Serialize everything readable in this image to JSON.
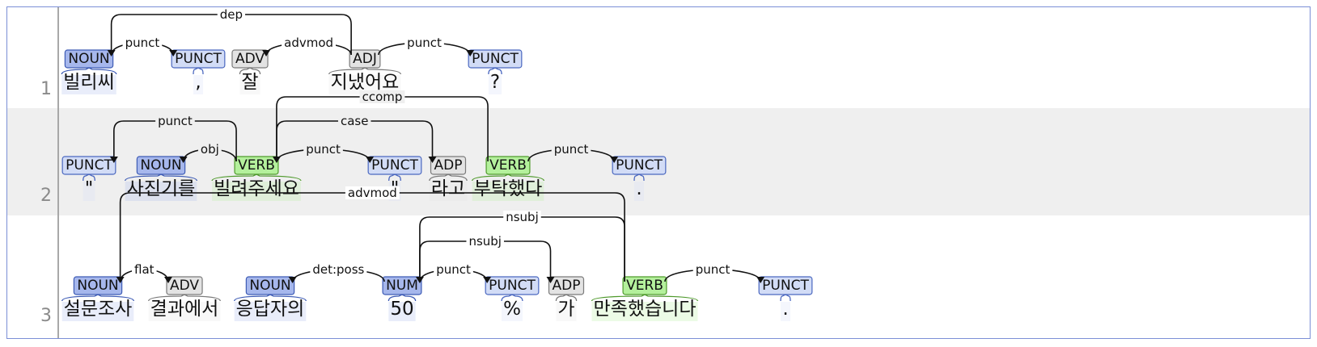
{
  "colors": {
    "NOUN": {
      "fill": "#a6b7ec",
      "stroke": "#3d5bb5"
    },
    "PUNCT": {
      "fill": "#d2dcf6",
      "stroke": "#4b68c0"
    },
    "ADV": {
      "fill": "#e3e3e3",
      "stroke": "#7a7a7a"
    },
    "ADJ": {
      "fill": "#e3e3e3",
      "stroke": "#7a7a7a"
    },
    "ADP": {
      "fill": "#e3e3e3",
      "stroke": "#7a7a7a"
    },
    "VERB": {
      "fill": "#b4f09c",
      "stroke": "#4f9a2c"
    },
    "NUM": {
      "fill": "#a6b7ec",
      "stroke": "#3d5bb5"
    }
  },
  "sentences": [
    {
      "number": "1",
      "tokens": [
        {
          "word": "빌리씨",
          "tag": "NOUN"
        },
        {
          "word": ",",
          "tag": "PUNCT"
        },
        {
          "word": "잘",
          "tag": "ADV"
        },
        {
          "word": "지냈어요",
          "tag": "ADJ"
        },
        {
          "word": "?",
          "tag": "PUNCT"
        }
      ],
      "arcs": [
        {
          "from": 0,
          "to": 1,
          "label": "punct"
        },
        {
          "from": 3,
          "to": 0,
          "label": "dep"
        },
        {
          "from": 3,
          "to": 2,
          "label": "advmod"
        },
        {
          "from": 3,
          "to": 4,
          "label": "punct"
        }
      ]
    },
    {
      "number": "2",
      "tokens": [
        {
          "word": "\"",
          "tag": "PUNCT"
        },
        {
          "word": "사진기를",
          "tag": "NOUN"
        },
        {
          "word": "빌려주세요",
          "tag": "VERB"
        },
        {
          "word": "\"",
          "tag": "PUNCT"
        },
        {
          "word": "라고",
          "tag": "ADP"
        },
        {
          "word": "부탁했다",
          "tag": "VERB"
        },
        {
          "word": ".",
          "tag": "PUNCT"
        }
      ],
      "arcs": [
        {
          "from": 2,
          "to": 0,
          "label": "punct"
        },
        {
          "from": 2,
          "to": 1,
          "label": "obj"
        },
        {
          "from": 2,
          "to": 3,
          "label": "punct"
        },
        {
          "from": 2,
          "to": 4,
          "label": "case"
        },
        {
          "from": 5,
          "to": 2,
          "label": "ccomp"
        },
        {
          "from": 5,
          "to": 6,
          "label": "punct"
        }
      ]
    },
    {
      "number": "3",
      "tokens": [
        {
          "word": "설문조사",
          "tag": "NOUN"
        },
        {
          "word": "결과에서",
          "tag": "ADV"
        },
        {
          "word": "응답자의",
          "tag": "NOUN"
        },
        {
          "word": "50",
          "tag": "NUM"
        },
        {
          "word": "%",
          "tag": "PUNCT"
        },
        {
          "word": "가",
          "tag": "ADP"
        },
        {
          "word": "만족했습니다",
          "tag": "VERB"
        },
        {
          "word": ".",
          "tag": "PUNCT"
        }
      ],
      "arcs": [
        {
          "from": 0,
          "to": 1,
          "label": "flat"
        },
        {
          "from": 3,
          "to": 2,
          "label": "det:poss"
        },
        {
          "from": 3,
          "to": 4,
          "label": "punct"
        },
        {
          "from": 3,
          "to": 5,
          "label": "nsubj"
        },
        {
          "from": 6,
          "to": 3,
          "label": "nsubj"
        },
        {
          "from": 6,
          "to": 0,
          "label": "advmod"
        },
        {
          "from": 6,
          "to": 7,
          "label": "punct"
        }
      ]
    }
  ]
}
